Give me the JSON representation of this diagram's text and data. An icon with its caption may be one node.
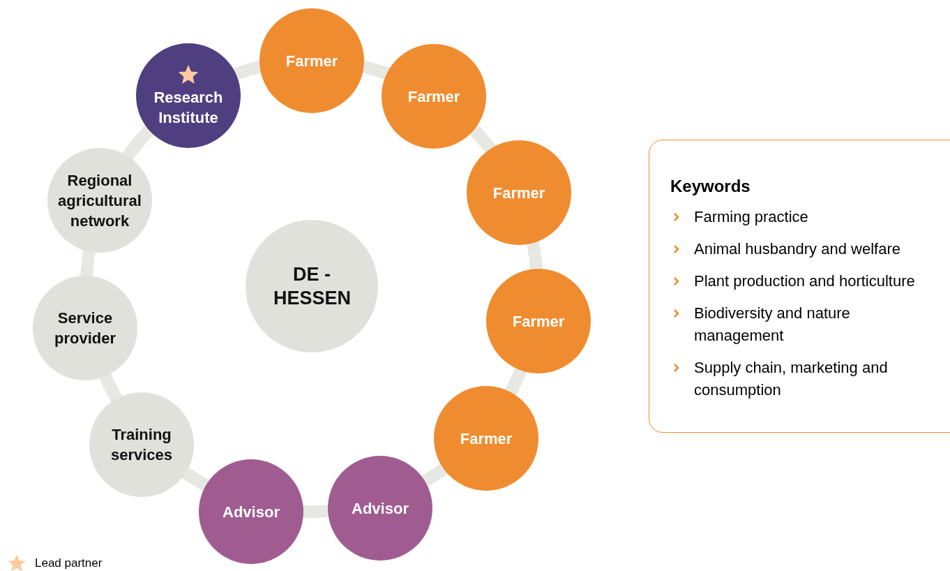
{
  "diagram": {
    "nodes": [
      {
        "text": [
          "Research Institute"
        ]
      },
      {
        "text": [
          "Farmer"
        ]
      },
      {
        "text": [
          "Farmer"
        ]
      },
      {
        "text": [
          "Farmer"
        ]
      },
      {
        "text": [
          "Farmer"
        ]
      },
      {
        "text": [
          "Farmer"
        ]
      },
      {
        "text": [
          "Advisor"
        ]
      },
      {
        "text": [
          "Advisor"
        ]
      },
      {
        "text": [
          "Training services"
        ]
      },
      {
        "text": [
          "Service provider"
        ]
      },
      {
        "text": [
          "Regional agricultural network"
        ]
      },
      {
        "text": [
          "DE - HESSEN"
        ]
      },
      {
        "text": [
          "Keywords",
          "Farming practice",
          "Animal husbandry and welfare",
          "Plant production and horticulture",
          "Biodiversity and nature management",
          "Supply chain, marketing and consumption"
        ]
      }
    ],
    "edges": [],
    "legend": [
      {
        "text": "Lead partner"
      }
    ]
  }
}
